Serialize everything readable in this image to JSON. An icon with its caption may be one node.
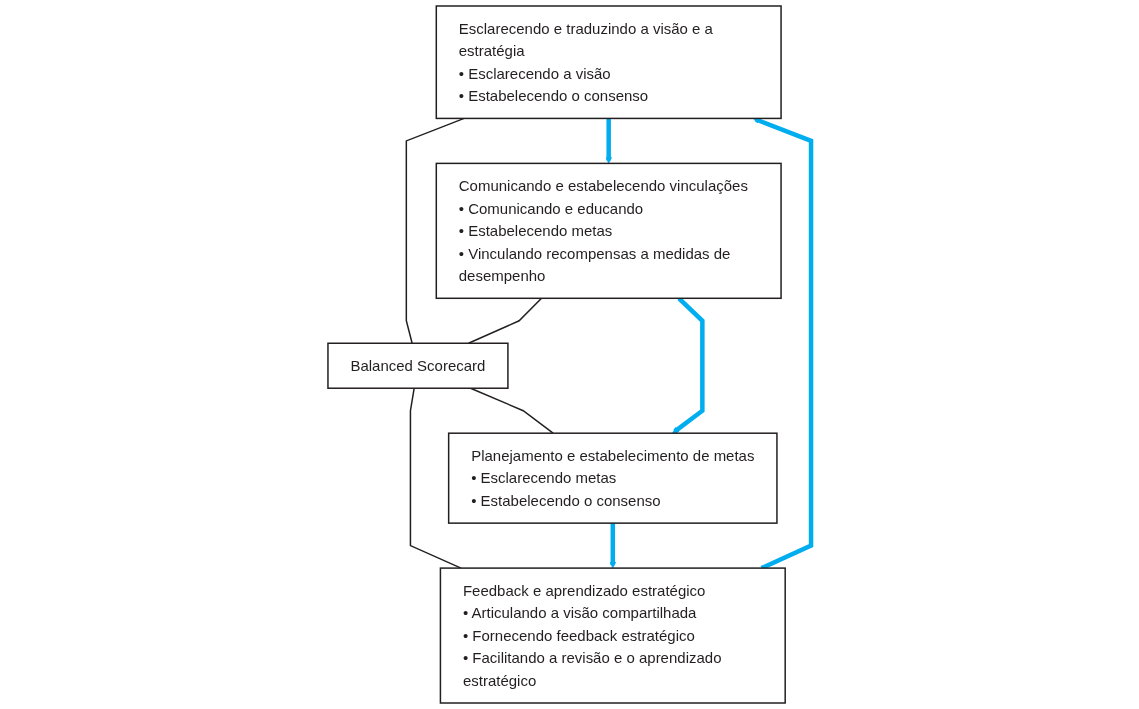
{
  "diagram": {
    "nodes": [
      {
        "text": [
          "Esclarecendo e traduzindo a visão e a estratégia",
          "• Esclarecendo a visão",
          "• Estabelecendo o consenso"
        ]
      },
      {
        "text": [
          "Comunicando e estabelecendo vinculações",
          "• Comunicando e educando",
          "• Estabelecendo metas",
          "• Vinculando recompensas a medidas de desempenho"
        ]
      },
      {
        "text": [
          "Balanced Scorecard"
        ]
      },
      {
        "text": [
          "Feedback e aprendizado estratégico",
          "• Articulando a visão compartilhada",
          "• Fornecendo feedback estratégico",
          "• Facilitando a revisão e o aprendizado estratégico"
        ]
      },
      {
        "text": [
          "Planejamento e estabelecimento de metas",
          "• Esclarecendo metas",
          "• Estabelecendo o consenso"
        ]
      }
    ],
    "edges": [
      {
        "from": 0,
        "to": 2,
        "arrow": "none"
      },
      {
        "from": 1,
        "to": 2,
        "arrow": "none"
      },
      {
        "from": 2,
        "to": 3,
        "arrow": "none"
      },
      {
        "from": 2,
        "to": 4,
        "arrow": "none"
      },
      {
        "from": 0,
        "to": 1,
        "arrow": "to",
        "style": "thick",
        "color": "#00aeef"
      },
      {
        "from": 1,
        "to": 4,
        "arrow": "to",
        "style": "thick",
        "color": "#00aeef"
      },
      {
        "from": 4,
        "to": 3,
        "arrow": "to",
        "style": "thick",
        "color": "#00aeef"
      },
      {
        "from": 3,
        "to": 0,
        "arrow": "to",
        "style": "thick",
        "color": "#00aeef"
      }
    ]
  }
}
